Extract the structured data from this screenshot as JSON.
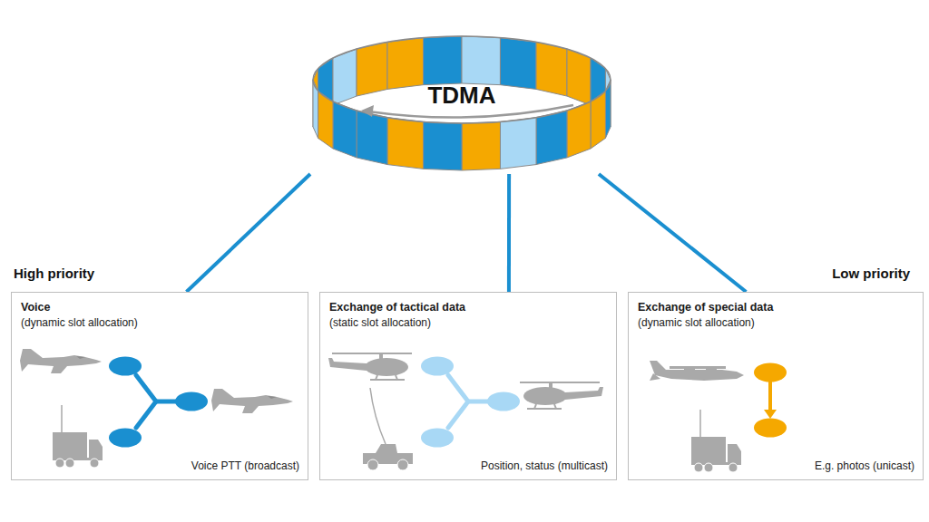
{
  "diagram": {
    "nodes": [
      {
        "text": [
          "TDMA"
        ]
      },
      {
        "text": [
          "Voice",
          "(dynamic slot allocation)",
          "Voice PTT (broadcast)"
        ]
      },
      {
        "text": [
          "Exchange of tactical data",
          "(static slot allocation)",
          "Position, status (multicast)"
        ]
      },
      {
        "text": [
          "Exchange of special data",
          "(dynamic slot allocation)",
          "E.g. photos (unicast)"
        ]
      }
    ],
    "edges": [
      {
        "from": 0,
        "to": 1,
        "arrow": "none"
      },
      {
        "from": 0,
        "to": 2,
        "arrow": "none"
      },
      {
        "from": 0,
        "to": 3,
        "arrow": "none"
      }
    ],
    "labels": [
      "High priority",
      "Low priority"
    ]
  }
}
